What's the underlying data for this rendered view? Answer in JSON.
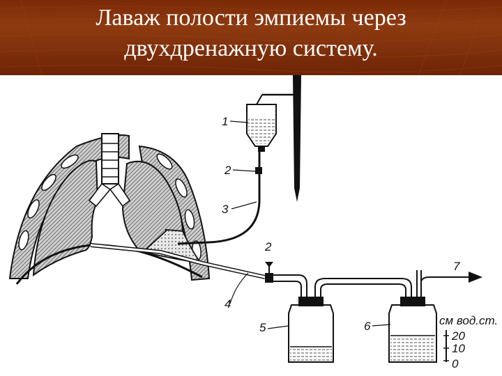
{
  "slide": {
    "title_line1": "Лаваж полости эмпиемы через",
    "title_line2": "двухдренажную систему."
  },
  "diagram": {
    "labels": [
      "1",
      "2",
      "3",
      "4",
      "5",
      "6",
      "7",
      "2"
    ],
    "scale_unit": "см вод.ст.",
    "scale_ticks": [
      "20",
      "10",
      "0"
    ]
  }
}
